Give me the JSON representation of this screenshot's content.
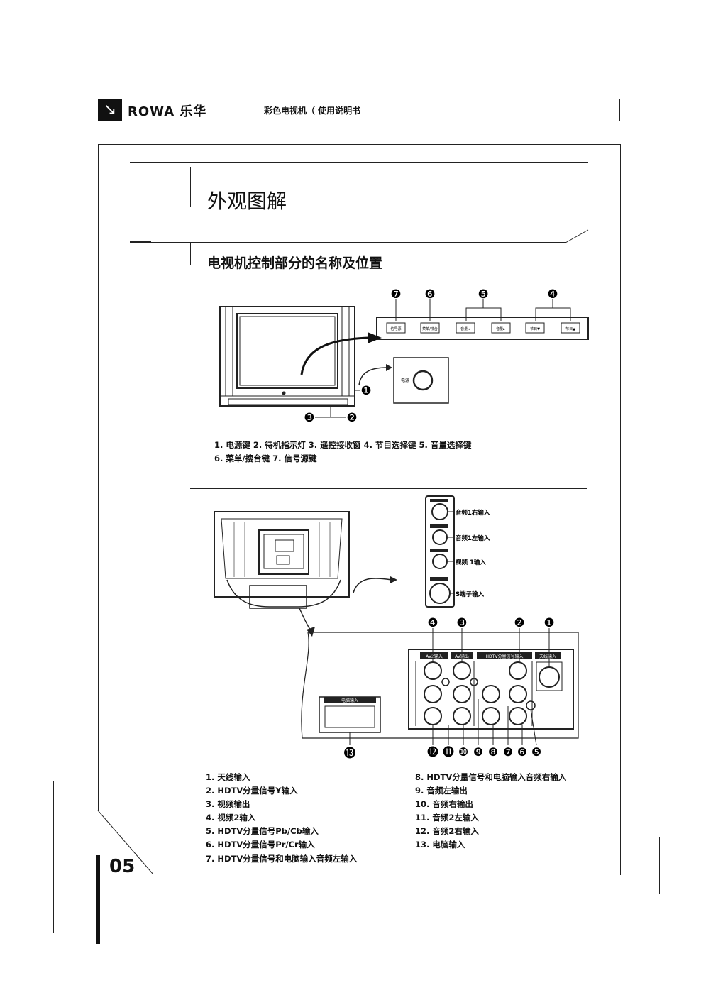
{
  "header": {
    "brand": "ROWA 乐华",
    "subtitle": "彩色电视机（ 使用说明书"
  },
  "section": {
    "title": "外观图解",
    "subtitle": "电视机控制部分的名称及位置"
  },
  "front_panel": {
    "callouts": [
      "❼",
      "❻",
      "❺",
      "❹",
      "❶",
      "❸",
      "❷"
    ],
    "button_labels": [
      "信号源",
      "菜单/搜台",
      "音量◄",
      "音量►",
      "节目▼",
      "节目▲"
    ],
    "power_label": "电源",
    "caption_line1": "1. 电源键   2. 待机指示灯   3. 遥控接收窗   4. 节目选择键   5. 音量选择键",
    "caption_line2": "6. 菜单/搜台键   7. 信号源键"
  },
  "side_panel": {
    "labels": [
      "音频1右输入",
      "音频1左输入",
      "视频 1输入",
      "S端子输入"
    ]
  },
  "rear_panel": {
    "group_labels": [
      "AV2输入",
      "AV输出",
      "HDTV分量信号输入",
      "天线输入",
      "电脑输入"
    ],
    "top_callouts": [
      "❹",
      "❸",
      "❷",
      "❶"
    ],
    "bottom_callouts": [
      "⓬",
      "⓫",
      "❿",
      "❾",
      "❽",
      "❼",
      "❻",
      "❺"
    ],
    "pc_callout": "⓭"
  },
  "legend_left": [
    "1. 天线输入",
    "2. HDTV分量信号Y输入",
    "3. 视频输出",
    "4. 视频2输入",
    "5. HDTV分量信号Pb/Cb输入",
    "6. HDTV分量信号Pr/Cr输入",
    "7. HDTV分量信号和电脑输入音频左输入"
  ],
  "legend_right": [
    "8. HDTV分量信号和电脑输入音频右输入",
    "9. 音频左输出",
    "10. 音频右输出",
    "11. 音频2左输入",
    "12. 音频2右输入",
    "13. 电脑输入"
  ],
  "page_number": "05"
}
